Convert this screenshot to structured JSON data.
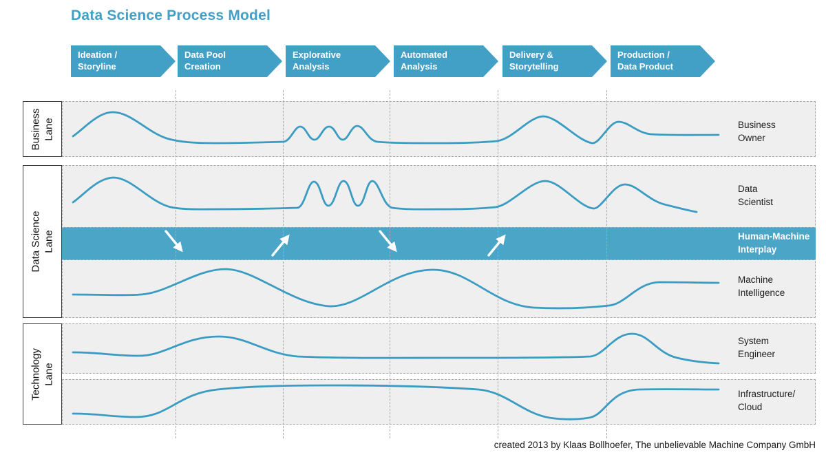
{
  "title": "Data Science Process Model",
  "steps": [
    {
      "label": "Ideation / Storyline"
    },
    {
      "label": "Data Pool\nCreation"
    },
    {
      "label": "Explorative\nAnalysis"
    },
    {
      "label": "Automated\nAnalysis"
    },
    {
      "label": "Delivery &\nStorytelling"
    },
    {
      "label": "Production /\nData Product"
    }
  ],
  "lanes": {
    "business": {
      "label": "Business\nLane"
    },
    "data_science": {
      "label": "Data Science\nLane"
    },
    "technology": {
      "label": "Technology\nLane"
    }
  },
  "rows": {
    "business_owner": {
      "label": "Business\nOwner"
    },
    "data_scientist": {
      "label": "Data\nScientist"
    },
    "human_machine": {
      "label": "Human-Machine\nInterplay"
    },
    "machine_intelligence": {
      "label": "Machine\nIntelligence"
    },
    "system_engineer": {
      "label": "System\nEngineer"
    },
    "infrastructure": {
      "label": "Infrastructure/\nCloud"
    }
  },
  "footer": "created 2013 by Klaas Bollhoefer, The unbelievable Machine Company GmbH",
  "colors": {
    "accent": "#429fc6",
    "band": "#4ba5c6",
    "curve": "#3a9cc2",
    "lane_background": "#efefef",
    "dashed_border": "#a8a8a8"
  }
}
